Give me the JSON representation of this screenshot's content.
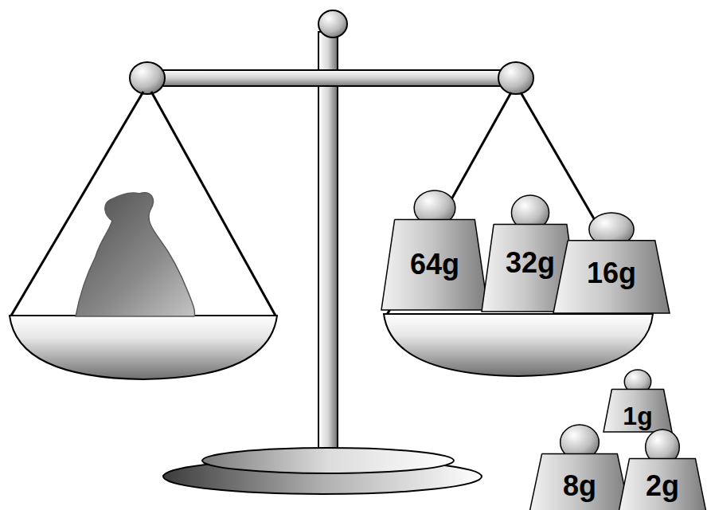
{
  "diagram": {
    "nodes": [
      {
        "text": [
          "64g"
        ]
      },
      {
        "text": [
          "32g"
        ]
      },
      {
        "text": [
          "16g"
        ]
      },
      {
        "text": [
          "1g"
        ]
      },
      {
        "text": [
          "8g"
        ]
      },
      {
        "text": [
          "2g"
        ]
      }
    ]
  }
}
